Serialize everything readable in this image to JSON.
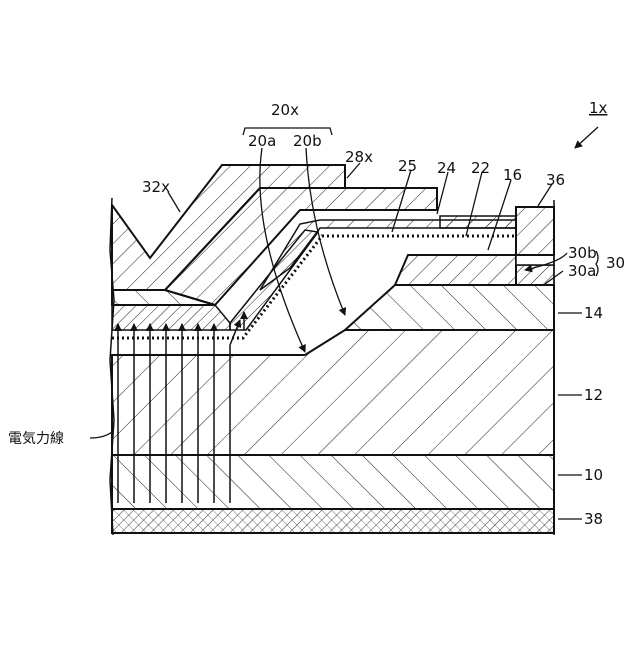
{
  "figure": {
    "id_label": "1x",
    "labels": {
      "group_20x": "20x",
      "l20a": "20a",
      "l20b": "20b",
      "l28x": "28x",
      "l25": "25",
      "l24": "24",
      "l22": "22",
      "l16": "16",
      "l36": "36",
      "l32x": "32x",
      "l30b": "30b",
      "l30a": "30a",
      "l30": "30",
      "l14": "14",
      "l12": "12",
      "l10": "10",
      "l38": "38",
      "field_lines": "電気力線"
    }
  }
}
